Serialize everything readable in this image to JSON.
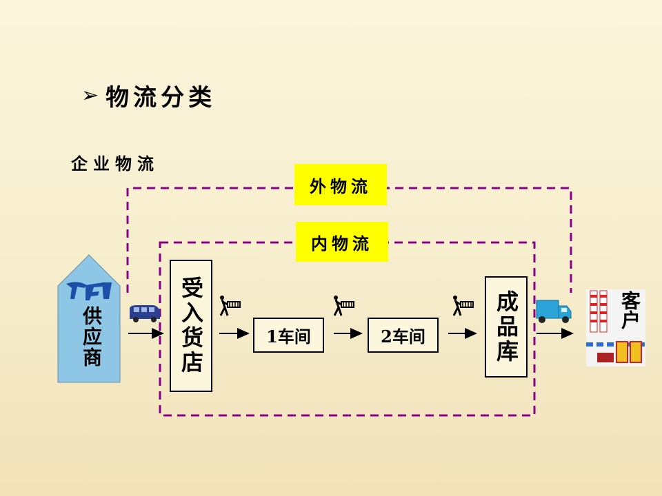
{
  "title": "物流分类",
  "subtitle": "企业物流",
  "outer_label": "外物流",
  "inner_label": "内物流",
  "supplier": "供应商",
  "receiving": "受入货店",
  "workshop1": "1车间",
  "workshop2": "2车间",
  "warehouse": "成品库",
  "customer": "客户",
  "colors": {
    "dashed_border": "#8b008b",
    "label_bg": "#ffff00",
    "supplier_fill": "#8ec7e6"
  },
  "icons": {
    "title_bullet": "arrow-bullet-icon",
    "van": "van-icon",
    "truck": "truck-icon",
    "hand_truck": "hand-truck-icon",
    "factory": "factory-icon",
    "logo": "supplier-logo-icon"
  }
}
